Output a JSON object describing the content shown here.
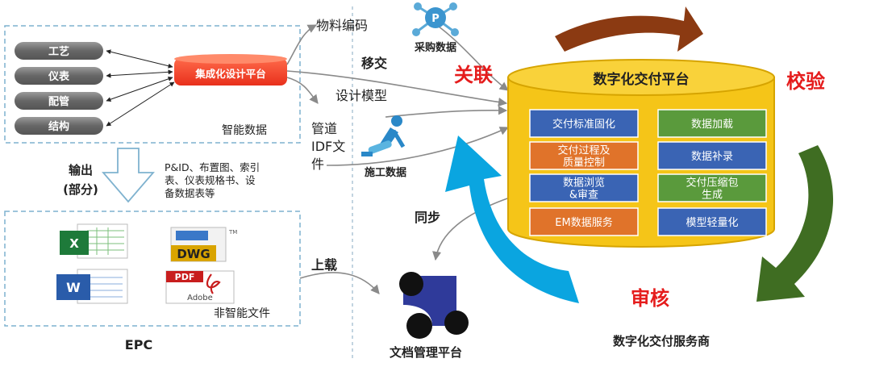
{
  "layers": [
    "工艺",
    "仪表",
    "配管",
    "结构"
  ],
  "integration_platform": "集成化设计平台",
  "smart_data": "智能数据",
  "output": {
    "line1": "输出",
    "line2": "(部分)"
  },
  "output_desc": [
    "P&ID、布置图、索引",
    "表、仪表规格书、设",
    "备数据表等"
  ],
  "non_smart_files": "非智能文件",
  "epc": "EPC",
  "file_icons": {
    "excel": "X",
    "word": "W",
    "dwg": "DWG",
    "tm": "TM",
    "pdf": "PDF",
    "adobe": "Adobe"
  },
  "flows": {
    "material_code": "物料编码",
    "handover": "移交",
    "design_model": "设计模型",
    "pipe_idf": [
      "管道",
      "IDF文",
      "件"
    ],
    "procurement": "采购数据",
    "construction": "施工数据",
    "upload": "上载",
    "sync": "同步",
    "procurement_icon_letter": "P"
  },
  "cycle": {
    "link": "关联",
    "verify": "校验",
    "review": "审核"
  },
  "platform": {
    "title": "数字化交付平台",
    "modules": [
      {
        "text": [
          "交付标准固化"
        ],
        "color": "#3a64b4"
      },
      {
        "text": [
          "数据加载"
        ],
        "color": "#5a9a3c"
      },
      {
        "text": [
          "交付过程及",
          "质量控制"
        ],
        "color": "#e0732a"
      },
      {
        "text": [
          "数据补录"
        ],
        "color": "#3a64b4"
      },
      {
        "text": [
          "数据浏览",
          "&审查"
        ],
        "color": "#3a64b4"
      },
      {
        "text": [
          "交付压缩包",
          "生成"
        ],
        "color": "#5a9a3c"
      },
      {
        "text": [
          "EM数据服务"
        ],
        "color": "#e0732a"
      },
      {
        "text": [
          "模型轻量化"
        ],
        "color": "#3a64b4"
      }
    ]
  },
  "doc_platform": "文档管理平台",
  "service_provider": "数字化交付服务商",
  "colors": {
    "accent_red": "#e51c1c",
    "cylinder_fill": "#f5c518",
    "cylinder_stroke": "#d6a400",
    "arrow_brown": "#8b3a12",
    "arrow_green": "#3f6d22",
    "arrow_cyan": "#0aa5e0",
    "dash": "#7fb2cf"
  }
}
